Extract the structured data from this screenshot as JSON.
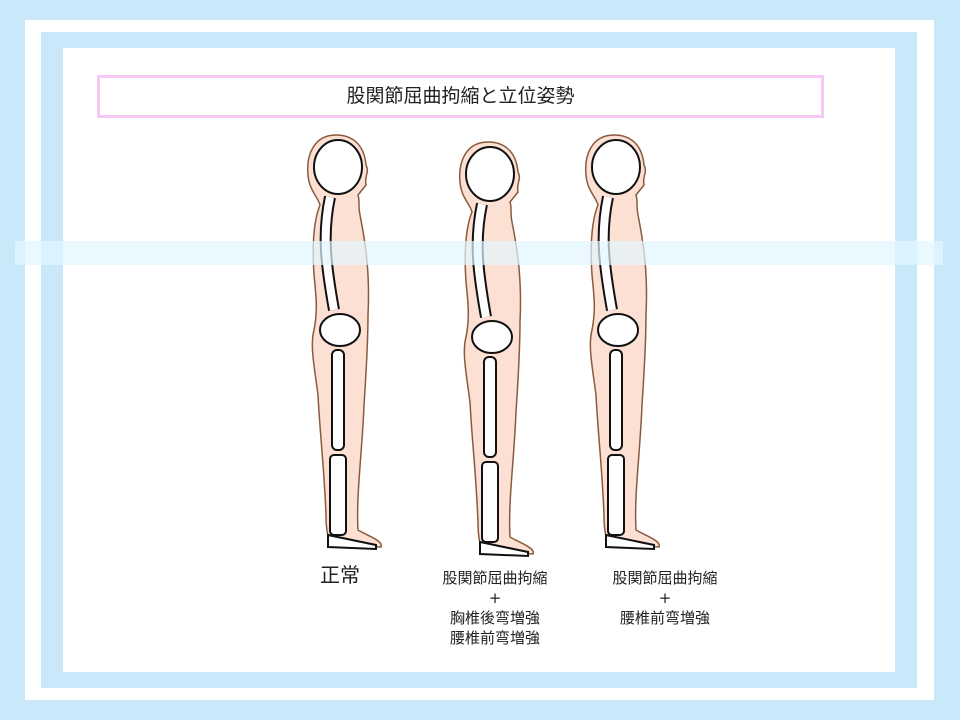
{
  "title": "股関節屈曲拘縮と立位姿勢",
  "figures": [
    {
      "caption_lines": [
        "正常"
      ]
    },
    {
      "caption_lines": [
        "股関節屈曲拘縮",
        "+",
        "胸椎後弯増強",
        "腰椎前弯増強"
      ]
    },
    {
      "caption_lines": [
        "股関節屈曲拘縮",
        "+",
        "腰椎前弯増強"
      ]
    }
  ],
  "colors": {
    "background": "#c9e9fb",
    "title_border": "#f6c8f4",
    "skin": "#fde0d4",
    "outline": "#8a5a3c"
  }
}
